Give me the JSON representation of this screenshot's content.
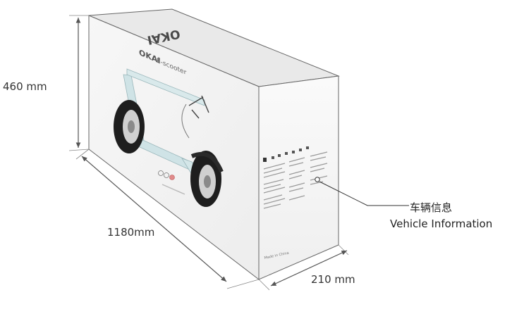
{
  "dimensions": {
    "height": "460 mm",
    "length": "1180mm",
    "width": "210 mm"
  },
  "callout": {
    "label_cn": "车辆信息",
    "label_en": "Vehicle Information"
  },
  "box_print": {
    "brand_top": "OKAI",
    "brand_front": "OKAI",
    "product_name": "E-scooter",
    "made_in": "Made in China"
  },
  "colors": {
    "dimension_line": "#555555",
    "box_edge": "#666666",
    "scooter_frame": "#cfe3e6",
    "tire": "#1e1e1e"
  }
}
